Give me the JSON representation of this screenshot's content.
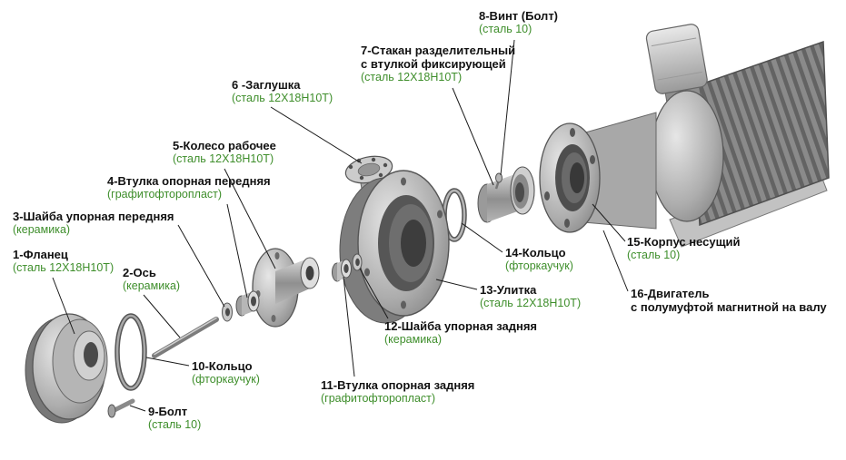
{
  "labels": [
    {
      "id": "1",
      "title": "1-Фланец",
      "material": "(сталь 12Х18Н10Т)"
    },
    {
      "id": "2",
      "title": "2-Ось",
      "material": "(керамика)"
    },
    {
      "id": "3",
      "title": "3-Шайба упорная передняя",
      "material": "(керамика)"
    },
    {
      "id": "4",
      "title": "4-Втулка опорная передняя",
      "material": "(графитофторопласт)"
    },
    {
      "id": "5",
      "title": "5-Колесо рабочее",
      "material": "(сталь 12Х18Н10Т)"
    },
    {
      "id": "6",
      "title": "6 -Заглушка",
      "material": "(сталь 12Х18Н10Т)"
    },
    {
      "id": "7",
      "title": "7-Стакан разделительный\nс втулкой фиксирующей",
      "material": "(сталь 12Х18Н10Т)"
    },
    {
      "id": "8",
      "title": "8-Винт (Болт)",
      "material": "(сталь 10)"
    },
    {
      "id": "9",
      "title": "9-Болт",
      "material": "(сталь 10)"
    },
    {
      "id": "10",
      "title": "10-Кольцо",
      "material": "(фторкаучук)"
    },
    {
      "id": "11",
      "title": "11-Втулка опорная задняя",
      "material": "(графитофторопласт)"
    },
    {
      "id": "12",
      "title": "12-Шайба упорная задняя",
      "material": "(керамика)"
    },
    {
      "id": "13",
      "title": "13-Улитка",
      "material": "(сталь 12Х18Н10Т)"
    },
    {
      "id": "14",
      "title": "14-Кольцо",
      "material": "(фторкаучук)"
    },
    {
      "id": "15",
      "title": "15-Корпус несущий",
      "material": "(сталь 10)"
    },
    {
      "id": "16",
      "title": "16-Двигатель\nс полумуфтой магнитной на валу",
      "material": ""
    }
  ],
  "colors": {
    "label_text": "#111111",
    "material_text": "#3e8e2b",
    "leader_line": "#1a1a1a"
  }
}
